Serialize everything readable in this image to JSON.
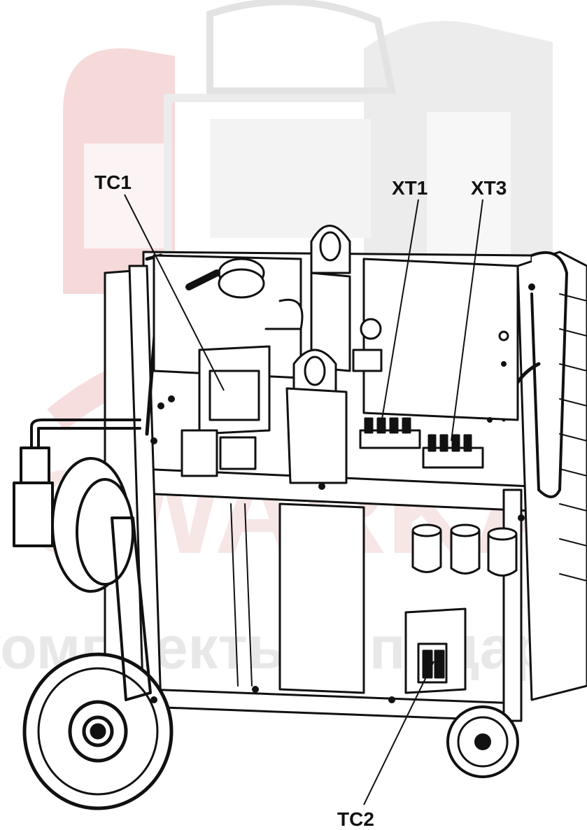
{
  "callouts": {
    "tc1": "TC1",
    "xt1": "XT1",
    "xt3": "XT3",
    "tc2": "TC2"
  },
  "watermark": {
    "line1": "SWARKA",
    "line2": "комплекты в подарок"
  },
  "colors": {
    "line": "#111111",
    "watermark_red": "#f2c9c9",
    "watermark_gray": "#e6e6e6"
  }
}
